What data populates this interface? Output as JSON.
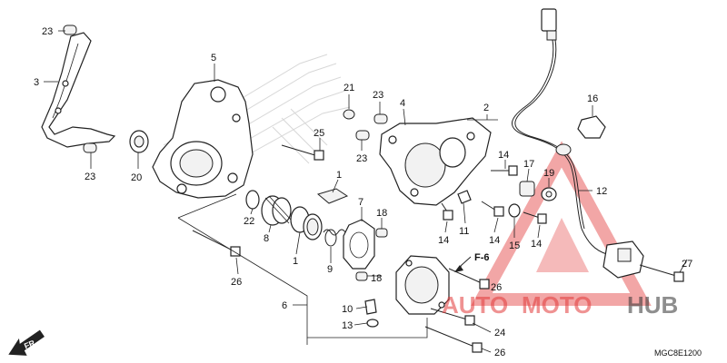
{
  "callouts": [
    {
      "id": "c23a",
      "text": "23"
    },
    {
      "id": "c3",
      "text": "3"
    },
    {
      "id": "c23b",
      "text": "23"
    },
    {
      "id": "c5",
      "text": "5"
    },
    {
      "id": "c20",
      "text": "20"
    },
    {
      "id": "c25",
      "text": "25"
    },
    {
      "id": "c22",
      "text": "22"
    },
    {
      "id": "c8",
      "text": "8"
    },
    {
      "id": "c1a",
      "text": "1"
    },
    {
      "id": "c1b",
      "text": "1"
    },
    {
      "id": "c9",
      "text": "9"
    },
    {
      "id": "c7",
      "text": "7"
    },
    {
      "id": "c18a",
      "text": "18"
    },
    {
      "id": "c18b",
      "text": "18"
    },
    {
      "id": "c26a",
      "text": "26"
    },
    {
      "id": "c6",
      "text": "6"
    },
    {
      "id": "c10",
      "text": "10"
    },
    {
      "id": "c13",
      "text": "13"
    },
    {
      "id": "c21",
      "text": "21"
    },
    {
      "id": "c23c",
      "text": "23"
    },
    {
      "id": "c4",
      "text": "4"
    },
    {
      "id": "c23d",
      "text": "23"
    },
    {
      "id": "c2",
      "text": "2"
    },
    {
      "id": "c14a",
      "text": "14"
    },
    {
      "id": "c17",
      "text": "17"
    },
    {
      "id": "c19",
      "text": "19"
    },
    {
      "id": "c16",
      "text": "16"
    },
    {
      "id": "c12",
      "text": "12"
    },
    {
      "id": "c11",
      "text": "11"
    },
    {
      "id": "c14b",
      "text": "14"
    },
    {
      "id": "c14c",
      "text": "14"
    },
    {
      "id": "c15",
      "text": "15"
    },
    {
      "id": "c14d",
      "text": "14"
    },
    {
      "id": "c27",
      "text": "27"
    },
    {
      "id": "c26b",
      "text": "26"
    },
    {
      "id": "c24",
      "text": "24"
    },
    {
      "id": "c26c",
      "text": "26"
    }
  ],
  "reference_label": "F-6",
  "front_label": "FR.",
  "diagram_code": "MGC8E1200",
  "watermark": {
    "part1": "AUTO",
    "part2": "MOTO",
    "part3": "HUB",
    "color": "#e23a3a"
  }
}
